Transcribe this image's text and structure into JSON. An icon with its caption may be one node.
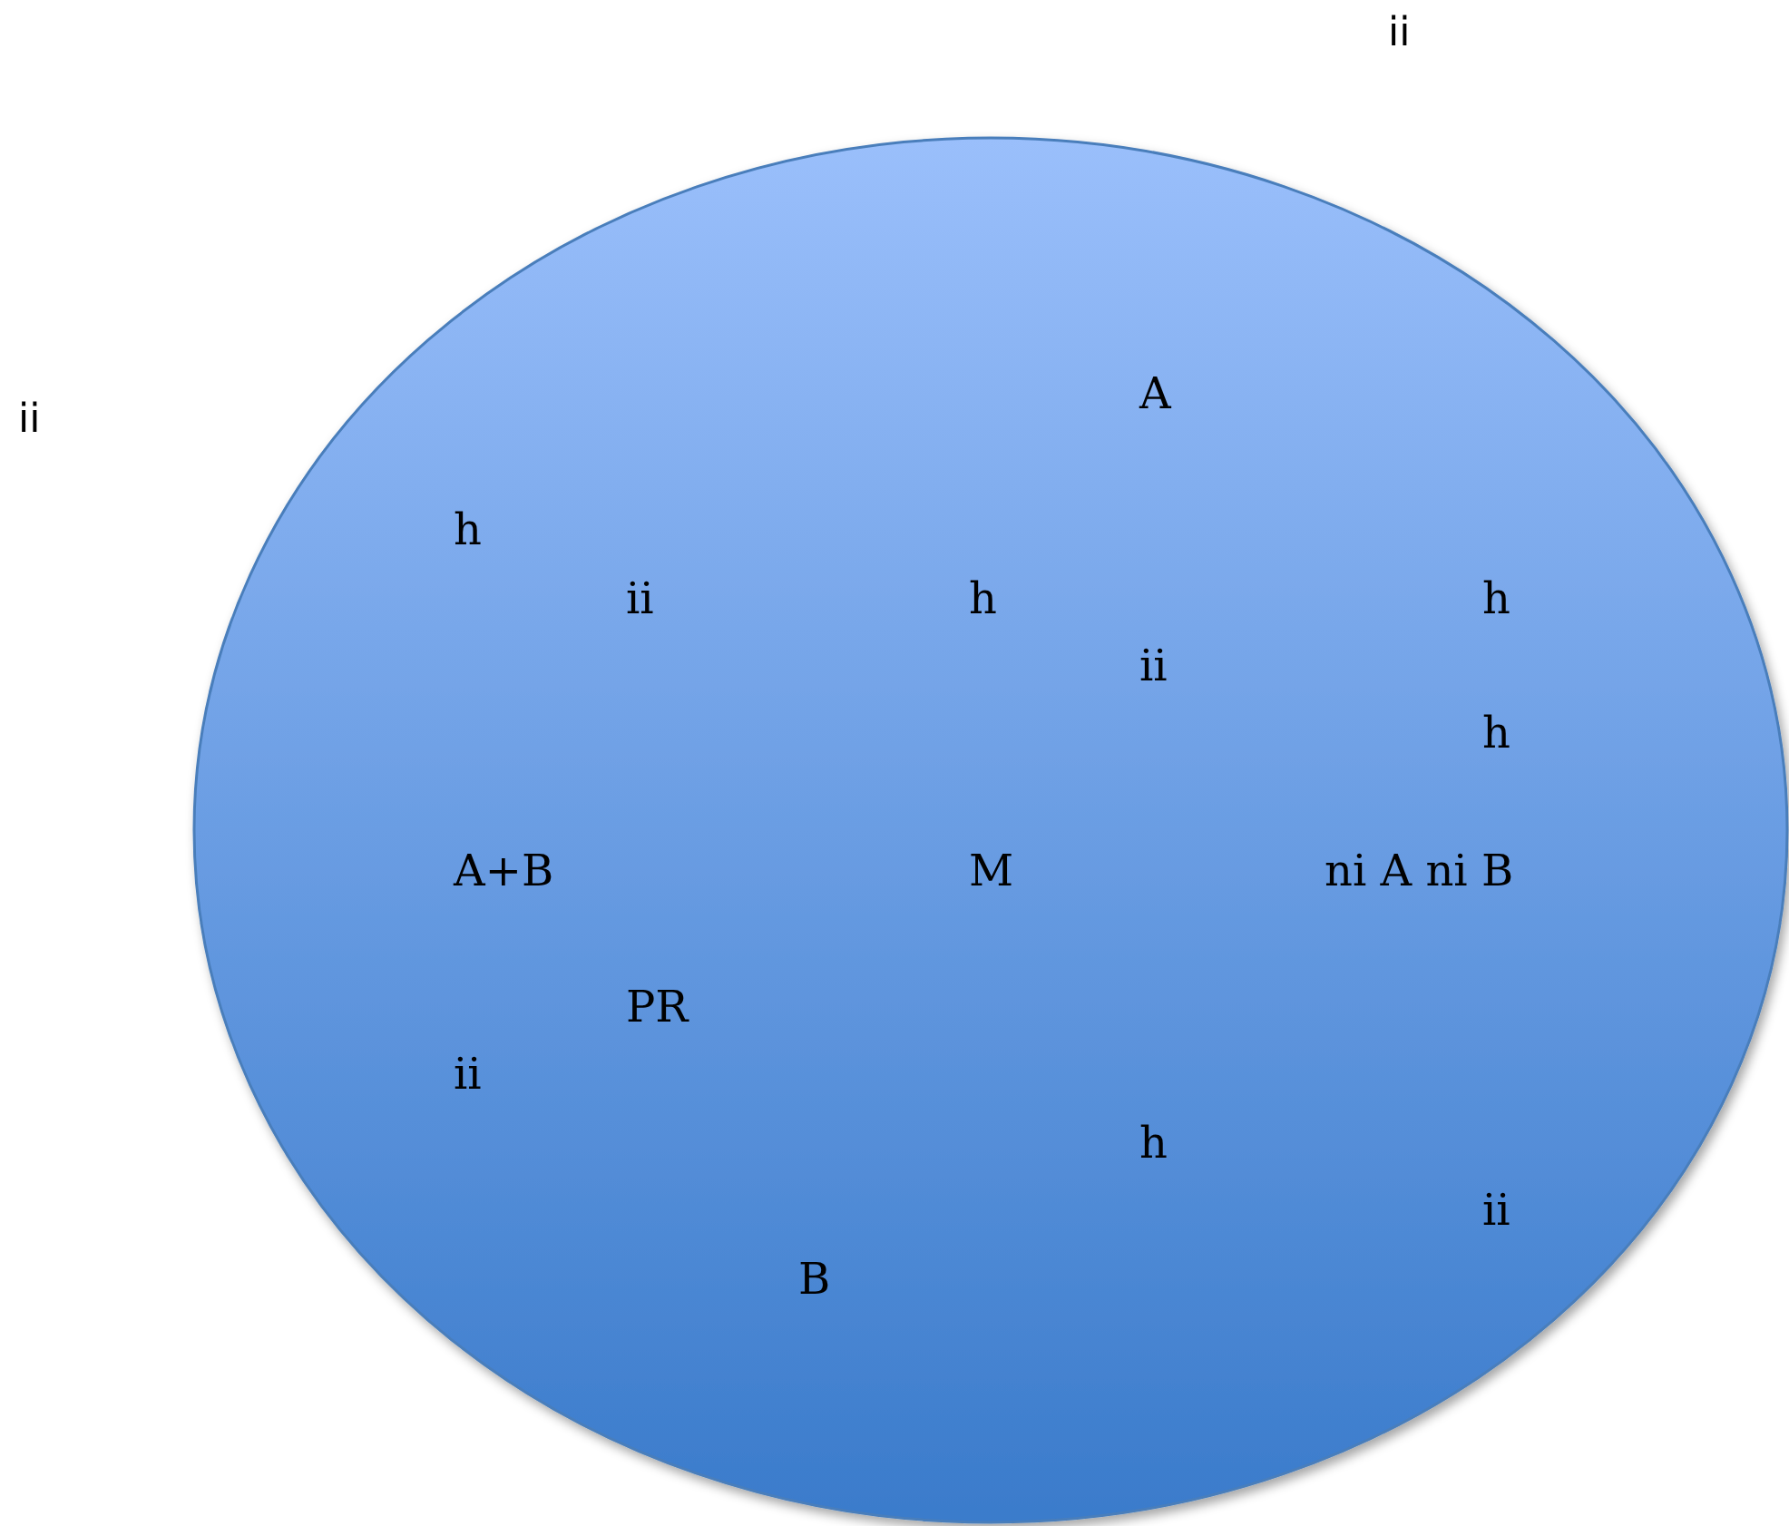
{
  "diagram": {
    "nodes": [
      {
        "text": [
          "A",
          "h",
          "ii",
          "h",
          "h",
          "ii",
          "h",
          "A+B",
          "M",
          "ni A ni B",
          "PR",
          "ii",
          "h",
          "ii",
          "B"
        ]
      }
    ],
    "labels": [
      "ii",
      "ii"
    ]
  }
}
